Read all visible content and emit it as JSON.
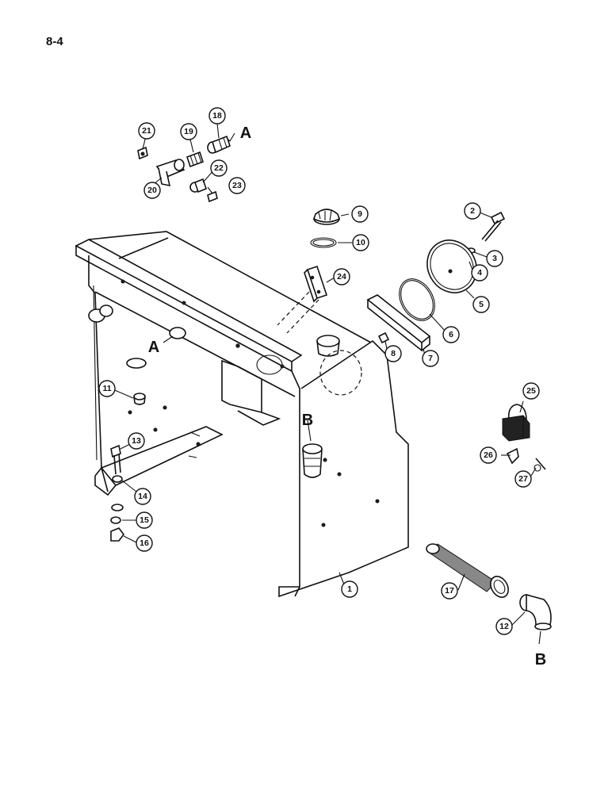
{
  "page_number": "8-4",
  "callouts": [
    "1",
    "2",
    "3",
    "4",
    "5",
    "6",
    "7",
    "8",
    "9",
    "10",
    "11",
    "12",
    "13",
    "14",
    "15",
    "16",
    "17",
    "18",
    "19",
    "20",
    "21",
    "22",
    "23",
    "24",
    "25",
    "26",
    "27"
  ],
  "reference_marks": {
    "A": "A",
    "B": "B"
  }
}
